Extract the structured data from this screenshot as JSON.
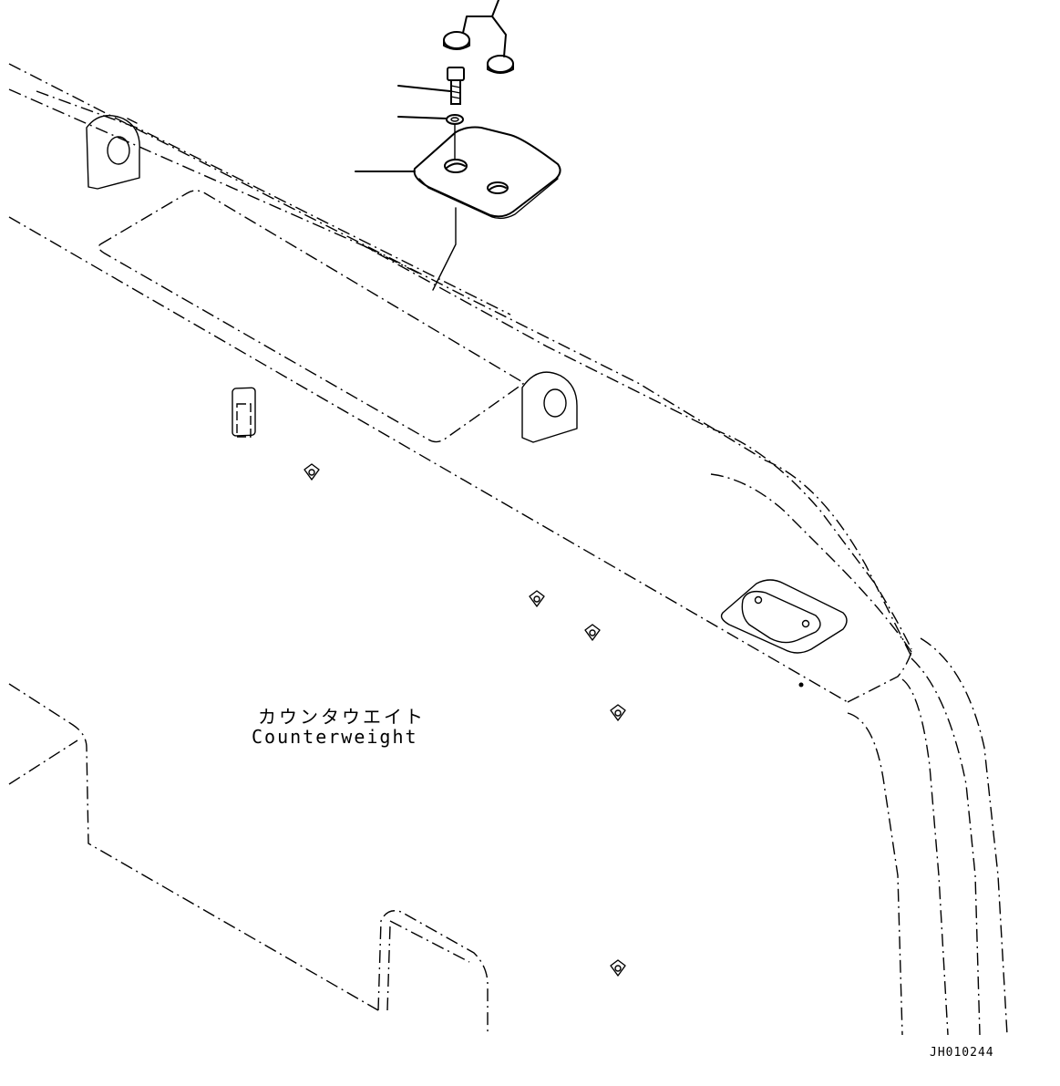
{
  "part_label_japanese": "カウンタウエイト",
  "part_label_english": "Counterweight",
  "drawing_number": "JH010244"
}
